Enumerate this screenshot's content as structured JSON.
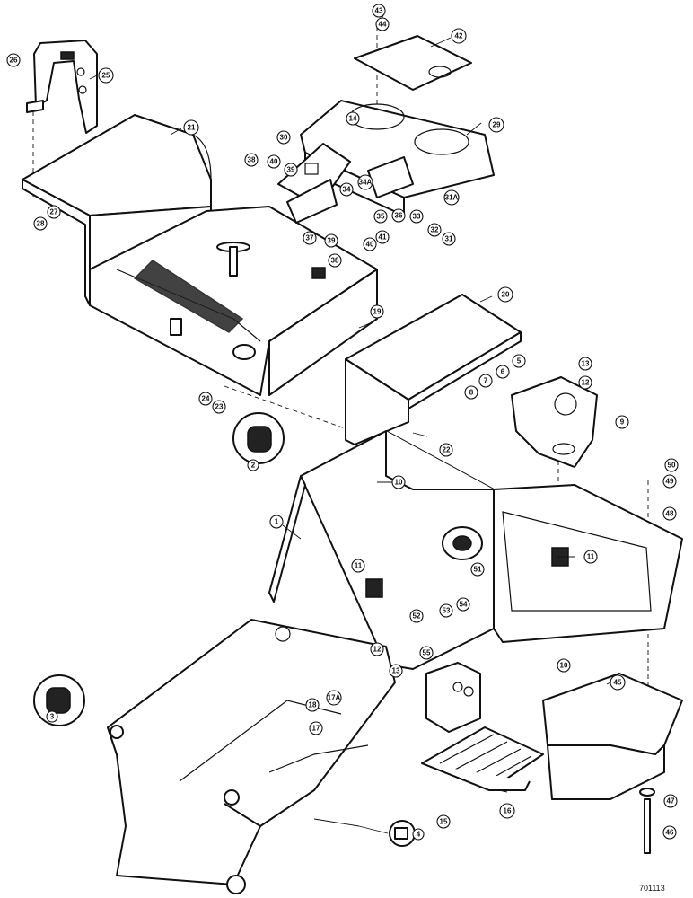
{
  "drawing_number": "701113",
  "callouts": [
    "43",
    "44",
    "42",
    "29",
    "25",
    "26",
    "21",
    "14",
    "30",
    "38",
    "40",
    "39",
    "34",
    "34A",
    "35",
    "36",
    "33",
    "31A",
    "32",
    "31",
    "37",
    "41",
    "39",
    "40",
    "38",
    "27",
    "28",
    "19",
    "20",
    "5",
    "13",
    "12",
    "6",
    "7",
    "8",
    "9",
    "24",
    "23",
    "22",
    "2",
    "10",
    "1",
    "11",
    "11",
    "51",
    "52",
    "53",
    "54",
    "50",
    "49",
    "48",
    "12",
    "13",
    "55",
    "10",
    "45",
    "3",
    "18",
    "17A",
    "17",
    "47",
    "16",
    "15",
    "4",
    "46"
  ]
}
